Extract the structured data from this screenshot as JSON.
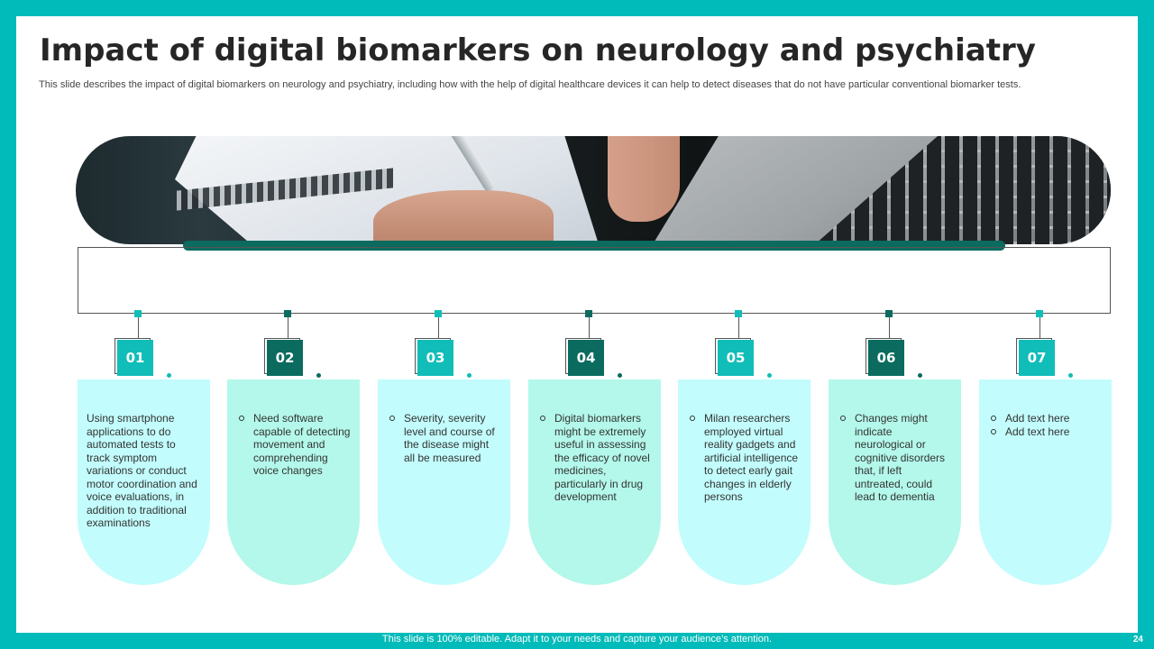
{
  "title": "Impact of digital biomarkers on neurology and psychiatry",
  "subtitle": "This slide describes the impact of digital biomarkers on neurology and psychiatry, including how with the help of digital healthcare devices it can help to detect diseases that do not have particular conventional biomarker tests.",
  "colors": {
    "teal_light": "#11bdb8",
    "teal_dark": "#0b6b5f",
    "card_light": "#c2fcfc",
    "card_mint": "#b3f8ea",
    "frame": "#00bbb9"
  },
  "steps": [
    {
      "number": "01",
      "items": [
        "Using smartphone applications to do automated tests to track symptom variations or conduct motor coordination and voice evaluations, in addition to traditional examinations"
      ],
      "bullets": false
    },
    {
      "number": "02",
      "items": [
        "Need software capable of detecting movement and comprehending voice changes"
      ],
      "bullets": true
    },
    {
      "number": "03",
      "items": [
        "Severity,  severity level and course of the disease might all be measured"
      ],
      "bullets": true
    },
    {
      "number": "04",
      "items": [
        "Digital biomarkers might be extremely useful in assessing the efficacy of novel medicines, particularly in drug development"
      ],
      "bullets": true
    },
    {
      "number": "05",
      "items": [
        "Milan researchers employed virtual reality gadgets and artificial intelligence to detect early gait changes in elderly persons"
      ],
      "bullets": true
    },
    {
      "number": "06",
      "items": [
        "Changes might indicate neurological or cognitive disorders that, if left untreated, could lead to dementia"
      ],
      "bullets": true
    },
    {
      "number": "07",
      "items": [
        "Add text here",
        "Add text here"
      ],
      "bullets": true
    }
  ],
  "footer": "This slide is 100% editable. Adapt it to your needs and capture your audience’s attention.",
  "page_number": "24"
}
